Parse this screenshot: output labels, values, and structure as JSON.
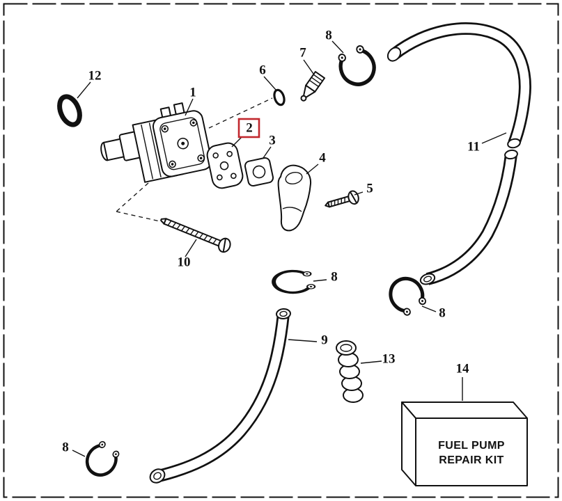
{
  "callouts": {
    "c1": "1",
    "c2": "2",
    "c3": "3",
    "c4": "4",
    "c5": "5",
    "c6": "6",
    "c7": "7",
    "c8": "8",
    "c9": "9",
    "c10": "10",
    "c11": "11",
    "c12": "12",
    "c13": "13",
    "c14": "14"
  },
  "kit_box": {
    "line1": "FUEL PUMP",
    "line2": "REPAIR KIT"
  },
  "colors": {
    "highlight": "#c1272d",
    "ink": "#111111",
    "background": "#ffffff"
  }
}
